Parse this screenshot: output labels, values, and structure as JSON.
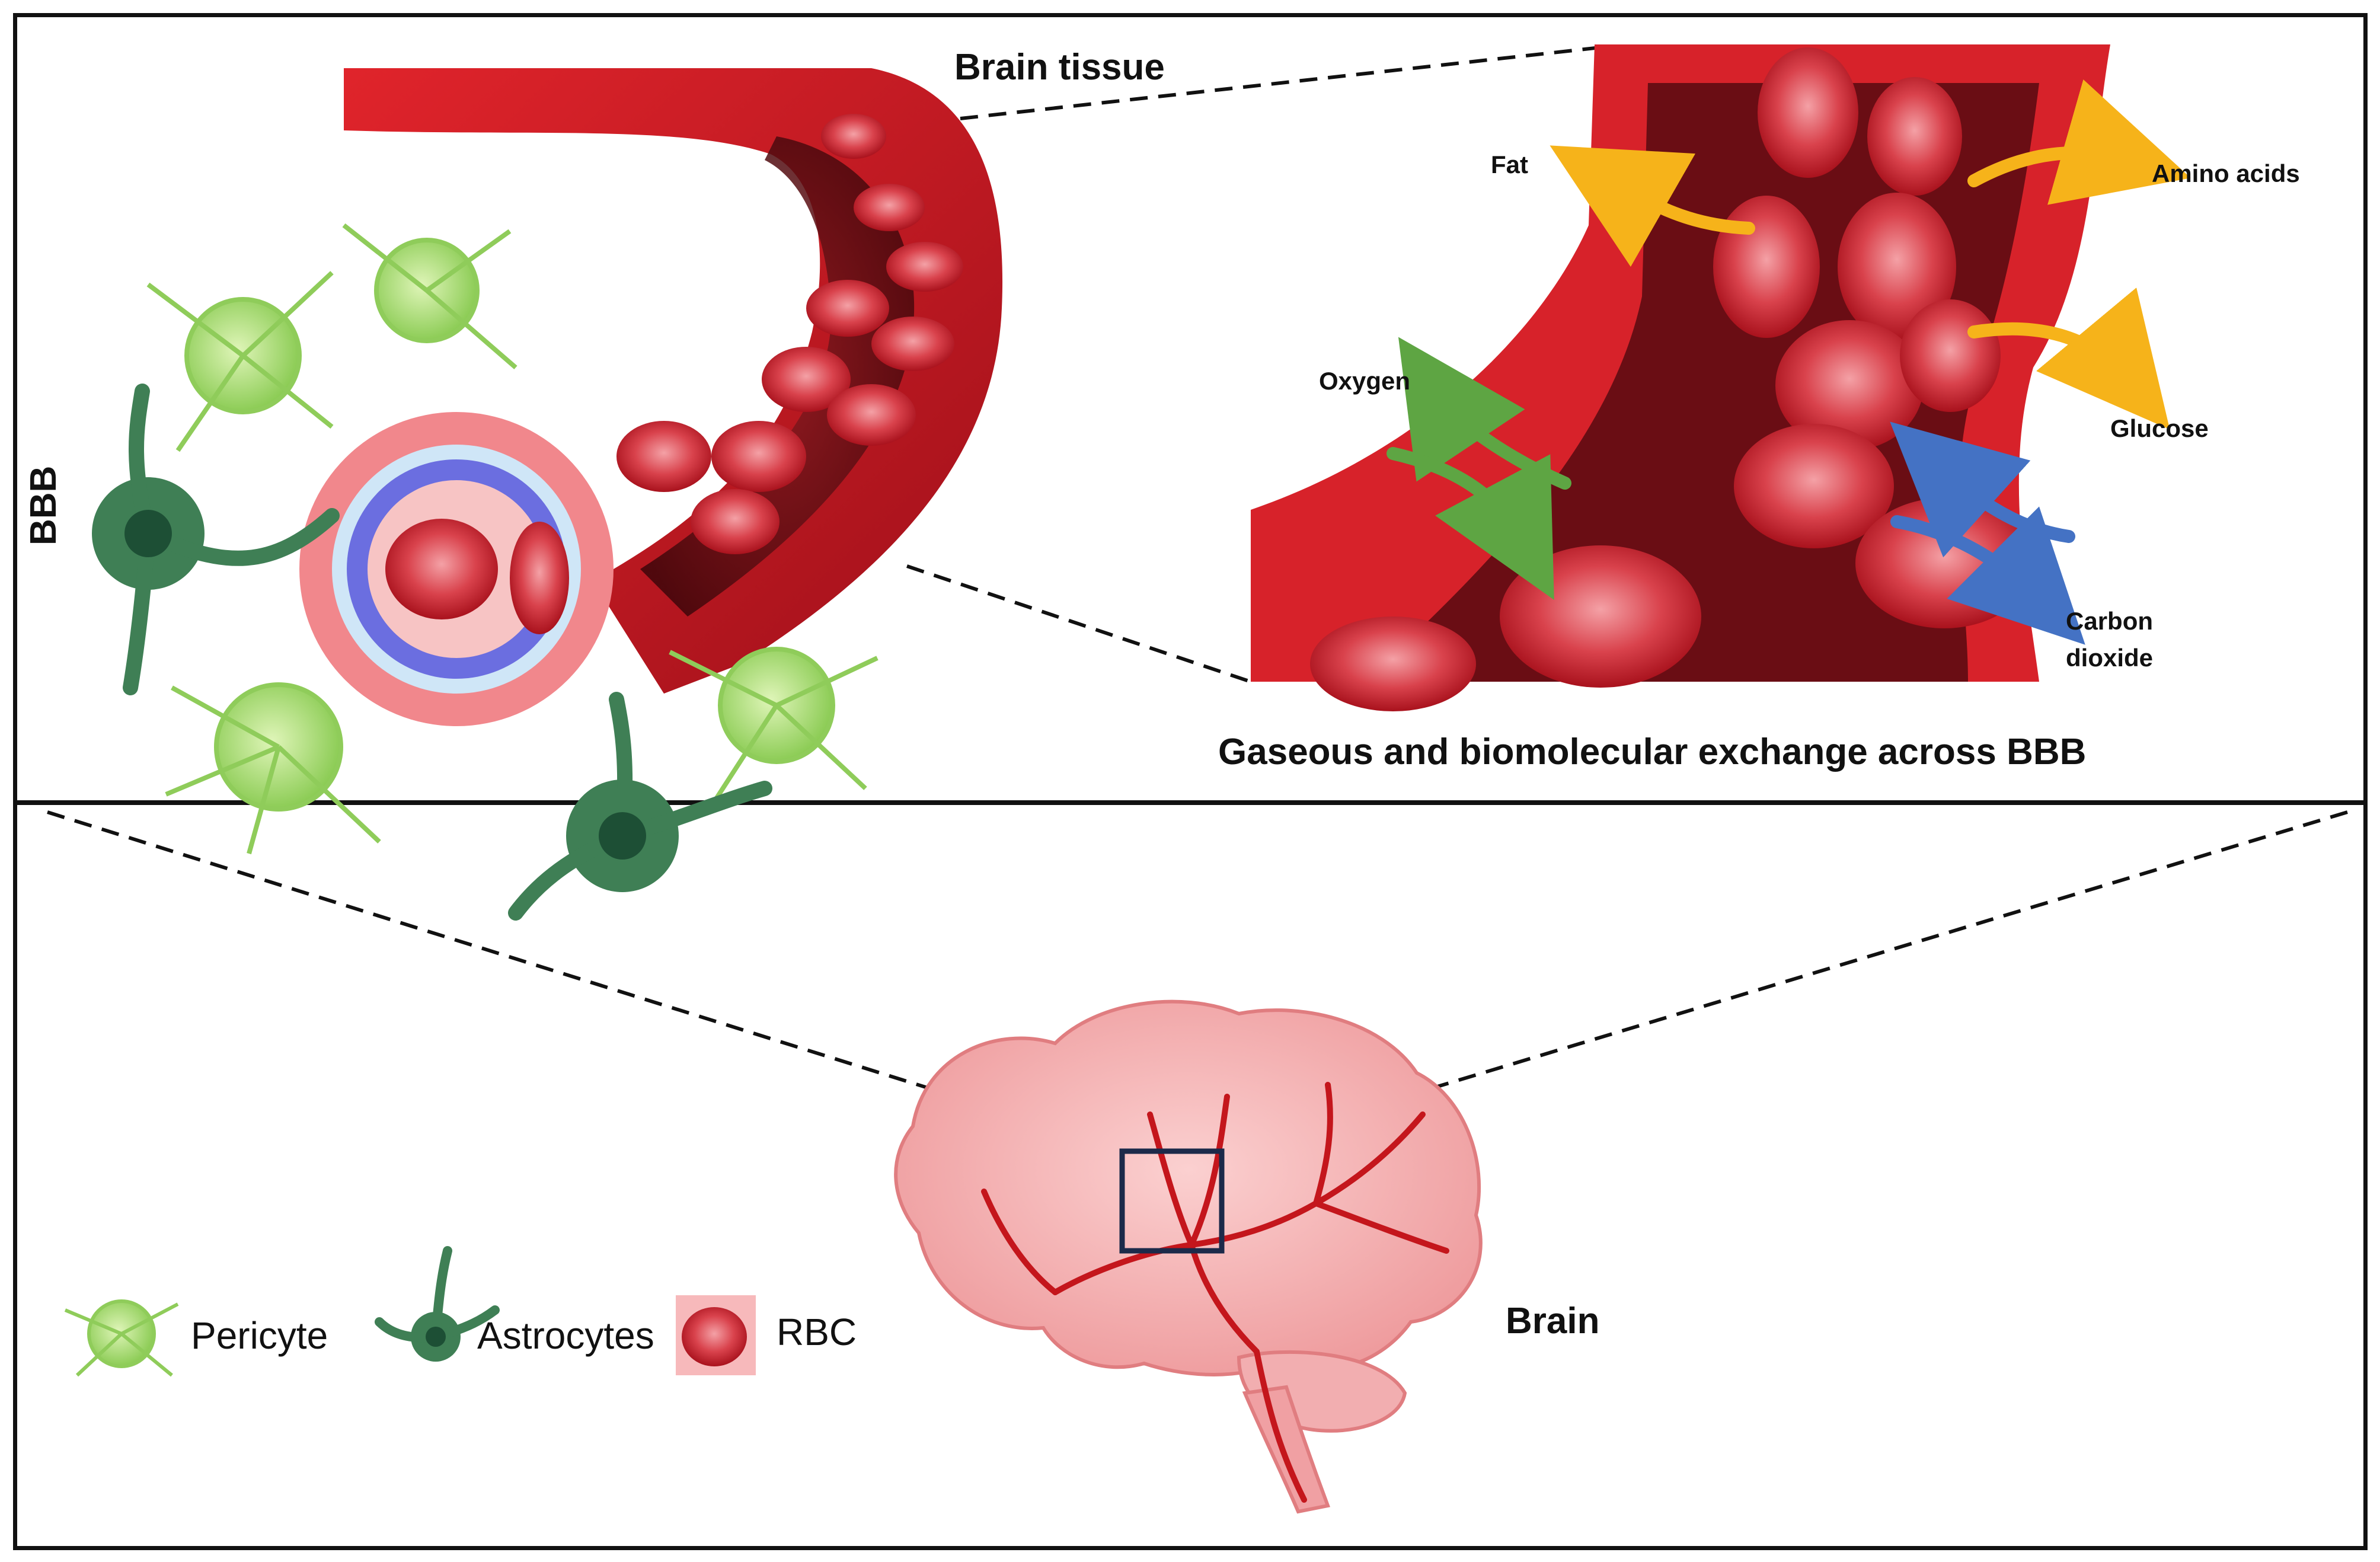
{
  "labels": {
    "brain_tissue": "Brain tissue",
    "bbb": "BBB",
    "fat": "Fat",
    "amino_acids": "Amino acids",
    "oxygen": "Oxygen",
    "glucose": "Glucose",
    "carbon_dioxide_line1": "Carbon",
    "carbon_dioxide_line2": "dioxide",
    "exchange_caption": "Gaseous and biomolecular exchange across BBB",
    "brain": "Brain"
  },
  "legend": {
    "pericyte": "Pericyte",
    "astrocytes": "Astrocytes",
    "rbc": "RBC"
  },
  "colors": {
    "vessel_red": "#c4161c",
    "vessel_dark": "#7a0d12",
    "rbc_red": "#d42a36",
    "rbc_light": "#f08a90",
    "pericyte_green": "#9fd36a",
    "astrocyte_green": "#3f7f55",
    "arrow_orange": "#f6b31a",
    "arrow_green": "#5ea543",
    "arrow_blue": "#4472c4",
    "brain_pink": "#f5a9a9",
    "endothelium_blue": "#6b6ee0"
  },
  "icons": {
    "pericyte": "pericyte-cell-icon",
    "astrocyte": "astrocyte-cell-icon",
    "rbc": "red-blood-cell-icon"
  }
}
